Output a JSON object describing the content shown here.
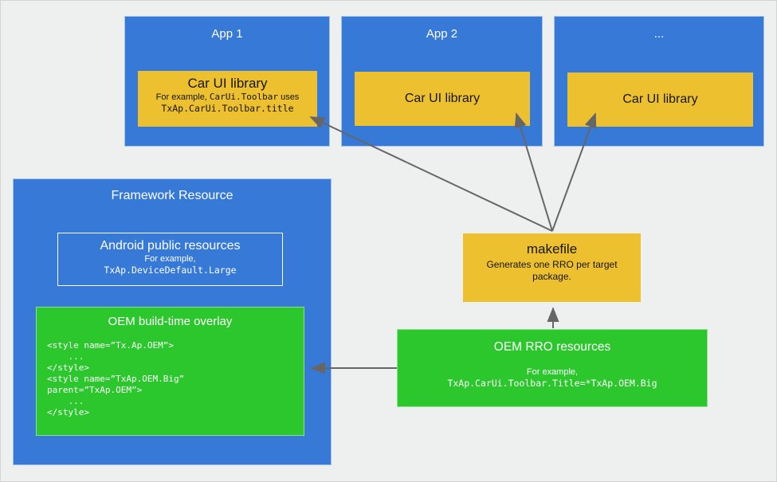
{
  "diagram": {
    "colors": {
      "app_blue": "#3679d6",
      "library_yellow": "#edc02f",
      "overlay_green": "#2bc72d",
      "arrow_gray": "#666666",
      "background": "#eeefef"
    },
    "apps": [
      {
        "title": "App 1",
        "library": {
          "title": "Car UI library",
          "note_prefix": "For example, ",
          "note_code": "CarUi.Toolbar",
          "note_suffix": " uses",
          "note_mono": "TxAp.CarUi.Toolbar.title"
        }
      },
      {
        "title": "App 2",
        "library": {
          "title": "Car UI library"
        }
      },
      {
        "title": "...",
        "library": {
          "title": "Car UI library"
        }
      }
    ],
    "framework": {
      "title": "Framework Resource",
      "android_public_resources": {
        "title": "Android public resources",
        "example_label": "For example,",
        "example_mono": "TxAp.DeviceDefault.Large"
      },
      "oem_overlay": {
        "title": "OEM build-time overlay",
        "code_lines": [
          "<style name=”Tx.Ap.OEM”>",
          "    ...",
          "</style>",
          "<style name=”TxAp.OEM.Big”",
          "parent=”TxAp.OEM”>",
          "    ...",
          "</style>"
        ]
      }
    },
    "makefile": {
      "title": "makefile",
      "subtitle": "Generates one RRO per target package."
    },
    "oem_rro": {
      "title": "OEM RRO resources",
      "example_label": "For example,",
      "example_mono": "TxAp.CarUi.Toolbar.Title=*TxAp.OEM.Big"
    }
  }
}
